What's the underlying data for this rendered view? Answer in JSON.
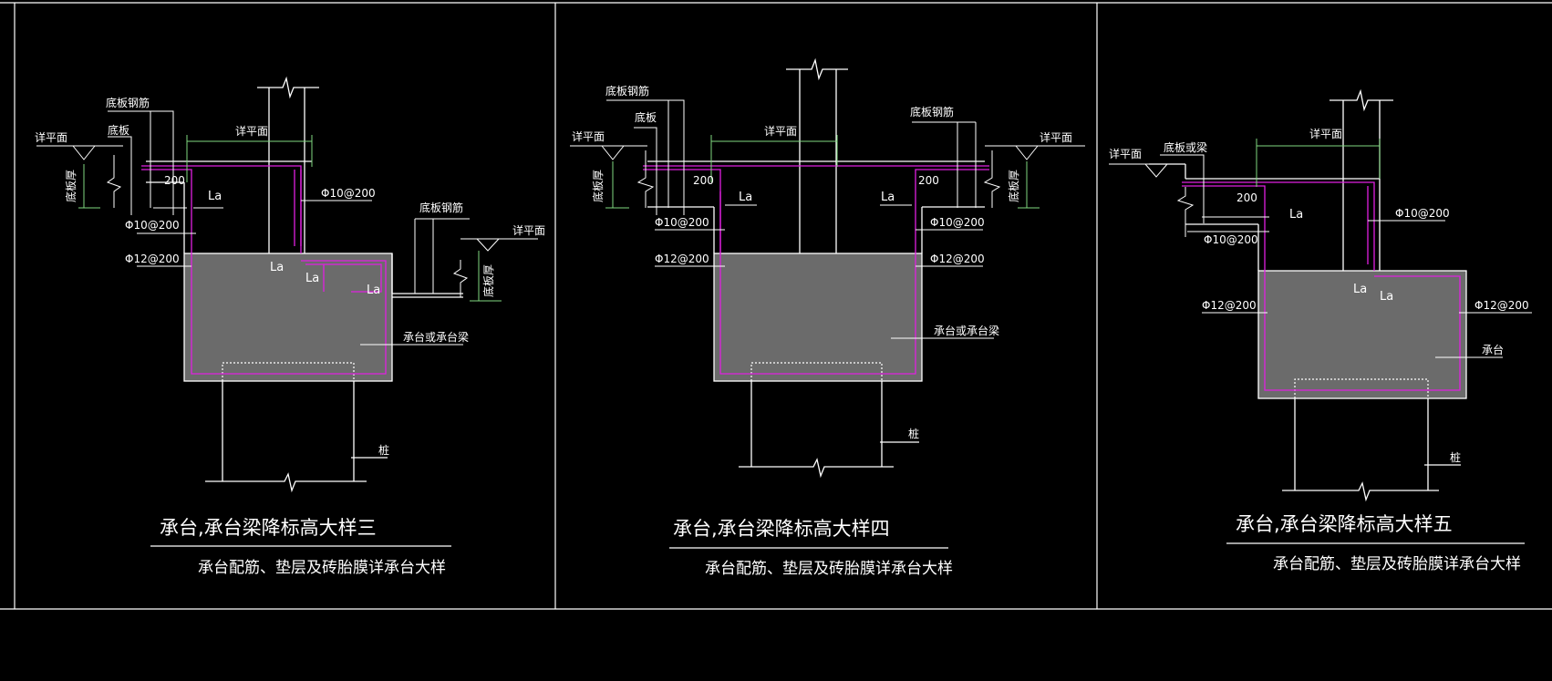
{
  "details": [
    {
      "title": "承台,承台梁降标高大样三",
      "subtitle": "承台配筋、垫层及砖胎膜详承台大样",
      "labels": {
        "bottom_slab_rebar": "底板钢筋",
        "bottom_slab": "底板",
        "elevation_left": "详平面",
        "elevation_top": "详平面",
        "elevation_right": "详平面",
        "bottom_slab_thk_left": "底板厚",
        "bottom_slab_thk_right": "底板厚",
        "bottom_slab_rebar_right": "底板钢筋",
        "dim_200": "200",
        "la_1": "La",
        "la_2": "La",
        "la_3": "La",
        "la_4": "La",
        "rebar_phi10_right": "Φ10@200",
        "rebar_phi10_left": "Φ10@200",
        "rebar_phi12_left": "Φ12@200",
        "cap_or_beam": "承台或承台梁",
        "pile": "桩"
      }
    },
    {
      "title": "承台,承台梁降标高大样四",
      "subtitle": "承台配筋、垫层及砖胎膜详承台大样",
      "labels": {
        "bottom_slab_rebar_left": "底板钢筋",
        "bottom_slab": "底板",
        "elevation_left": "详平面",
        "elevation_top": "详平面",
        "bottom_slab_rebar_right": "底板钢筋",
        "elevation_right": "详平面",
        "bottom_slab_thk_left": "底板厚",
        "bottom_slab_thk_right": "底板厚",
        "dim_200_left": "200",
        "dim_200_right": "200",
        "la_left": "La",
        "la_right": "La",
        "rebar_phi10_left": "Φ10@200",
        "rebar_phi10_right": "Φ10@200",
        "rebar_phi12_left": "Φ12@200",
        "rebar_phi12_right": "Φ12@200",
        "cap_or_beam": "承台或承台梁",
        "pile": "桩"
      }
    },
    {
      "title": "承台,承台梁降标高大样五",
      "subtitle": "承台配筋、垫层及砖胎膜详承台大样",
      "labels": {
        "elevation_left": "详平面",
        "bottom_slab_or_beam": "底板或梁",
        "elevation_top": "详平面",
        "dim_200": "200",
        "la_1": "La",
        "la_2": "La",
        "la_3": "La",
        "rebar_phi10_right": "Φ10@200",
        "rebar_phi10_left": "Φ10@200",
        "rebar_phi12_left": "Φ12@200",
        "rebar_phi12_right": "Φ12@200",
        "cap": "承台",
        "pile": "桩"
      }
    }
  ]
}
